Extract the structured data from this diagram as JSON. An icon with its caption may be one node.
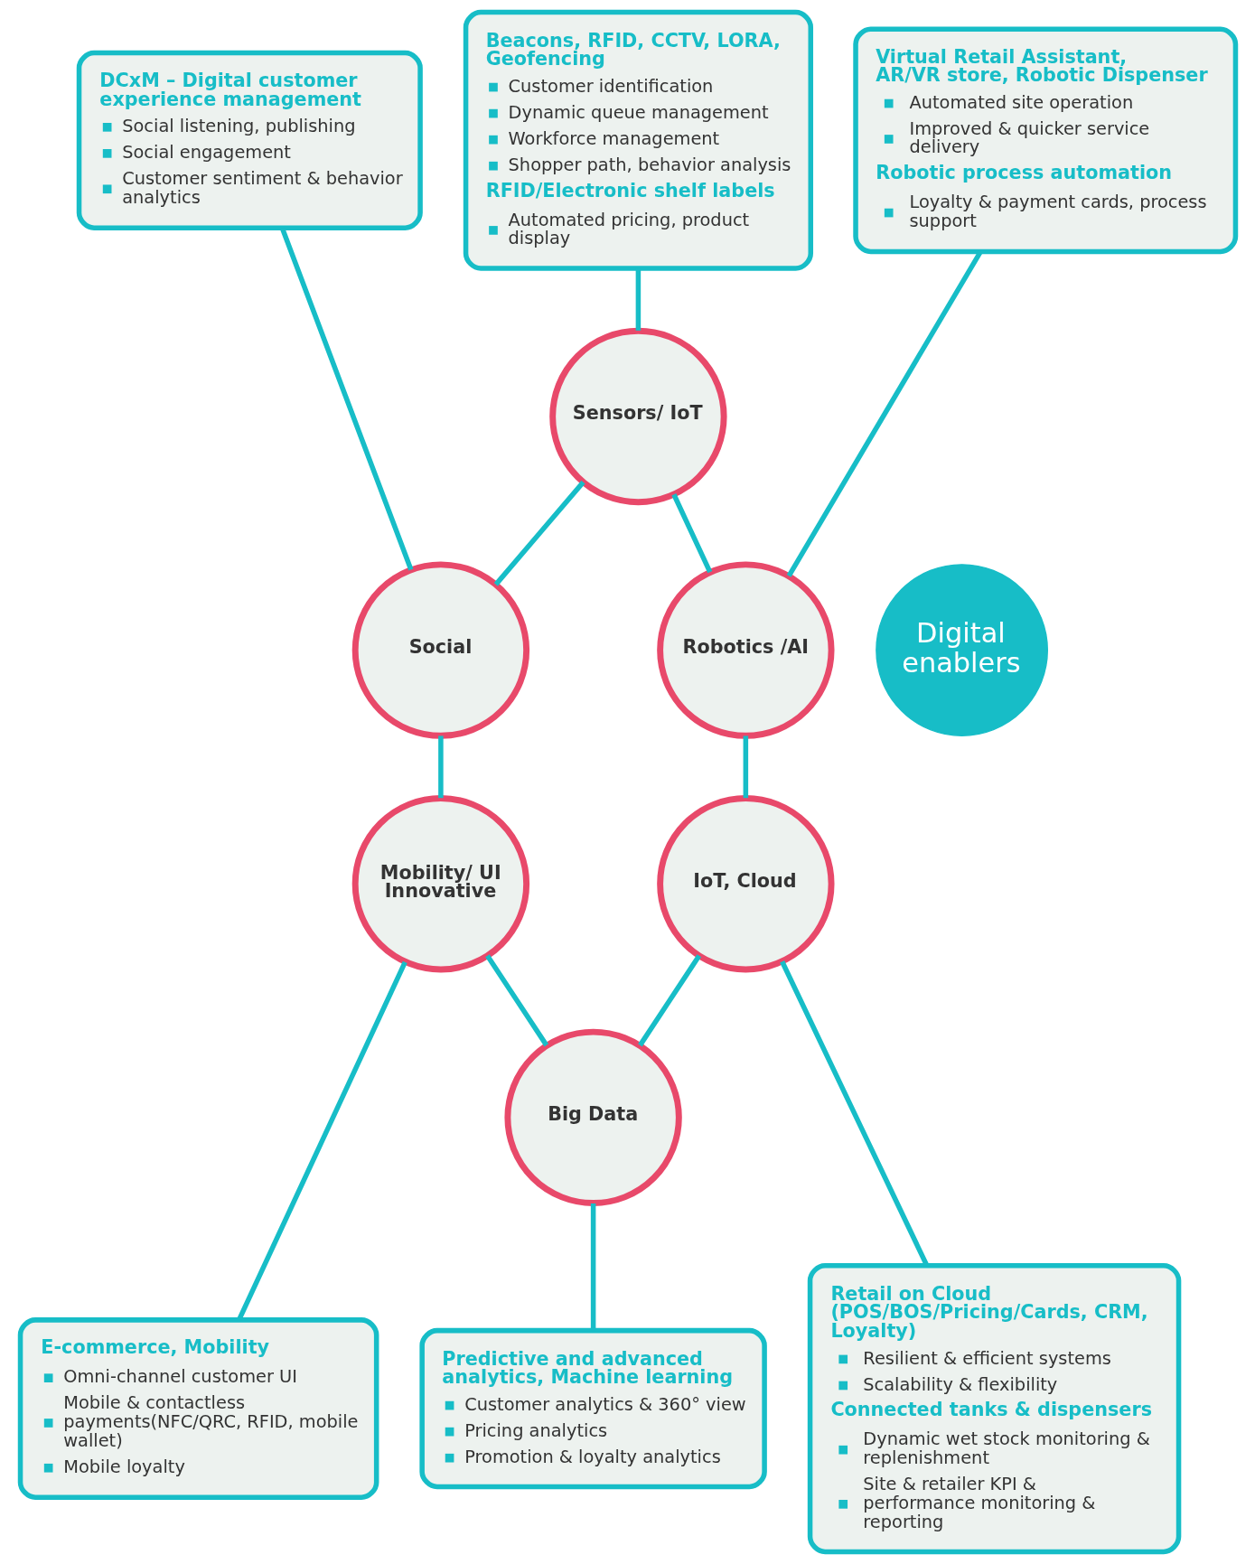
{
  "diagram": {
    "nodes": [
      {
        "text": [
          "DCxM – Digital customer experience management",
          "Social listening, publishing",
          "Social engagement",
          "Customer sentiment & behavior analytics"
        ]
      },
      {
        "text": [
          "Beacons, RFID, CCTV, LORA, Geofencing",
          "Customer identification",
          "Dynamic queue management",
          "Workforce management",
          "Shopper path, behavior analysis",
          "RFID/Electronic shelf labels",
          "Automated pricing, product display"
        ]
      },
      {
        "text": [
          "Virtual Retail Assistant, AR/VR store, Robotic Dispenser",
          "Automated site operation",
          "Improved & quicker service delivery",
          "Robotic process automation",
          "Loyalty & payment cards, process support"
        ]
      },
      {
        "text": [
          "Sensors/ IoT"
        ]
      },
      {
        "text": [
          "Social"
        ]
      },
      {
        "text": [
          "Robotics /AI"
        ]
      },
      {
        "text": [
          "Digital enablers"
        ]
      },
      {
        "text": [
          "Mobility/ UI Innovative"
        ]
      },
      {
        "text": [
          "IoT, Cloud"
        ]
      },
      {
        "text": [
          "Big Data"
        ]
      },
      {
        "text": [
          "E-commerce, Mobility",
          "Omni-channel customer UI",
          "Mobile & contactless payments(NFC/QRC, RFID, mobile wallet)",
          "Mobile loyalty"
        ]
      },
      {
        "text": [
          "Predictive and advanced analytics, Machine learning",
          "Customer analytics & 360° view",
          "Pricing analytics",
          "Promotion & loyalty analytics"
        ]
      },
      {
        "text": [
          "Retail on Cloud (POS/BOS/Pricing/Cards, CRM, Loyalty)",
          "Resilient & efficient systems",
          "Scalability & flexibility",
          "Connected tanks & dispensers",
          "Dynamic wet stock monitoring & replenishment",
          "Site & retailer KPI & performance monitoring & reporting"
        ]
      }
    ],
    "edges": [
      {
        "from": 0,
        "to": 4,
        "arrow": "none"
      },
      {
        "from": 1,
        "to": 3,
        "arrow": "none"
      },
      {
        "from": 2,
        "to": 5,
        "arrow": "none"
      },
      {
        "from": 3,
        "to": 4,
        "arrow": "none"
      },
      {
        "from": 3,
        "to": 5,
        "arrow": "none"
      },
      {
        "from": 4,
        "to": 7,
        "arrow": "none"
      },
      {
        "from": 5,
        "to": 8,
        "arrow": "none"
      },
      {
        "from": 7,
        "to": 9,
        "arrow": "none"
      },
      {
        "from": 8,
        "to": 9,
        "arrow": "none"
      },
      {
        "from": 7,
        "to": 10,
        "arrow": "none"
      },
      {
        "from": 9,
        "to": 11,
        "arrow": "none"
      },
      {
        "from": 8,
        "to": 12,
        "arrow": "none"
      }
    ]
  }
}
